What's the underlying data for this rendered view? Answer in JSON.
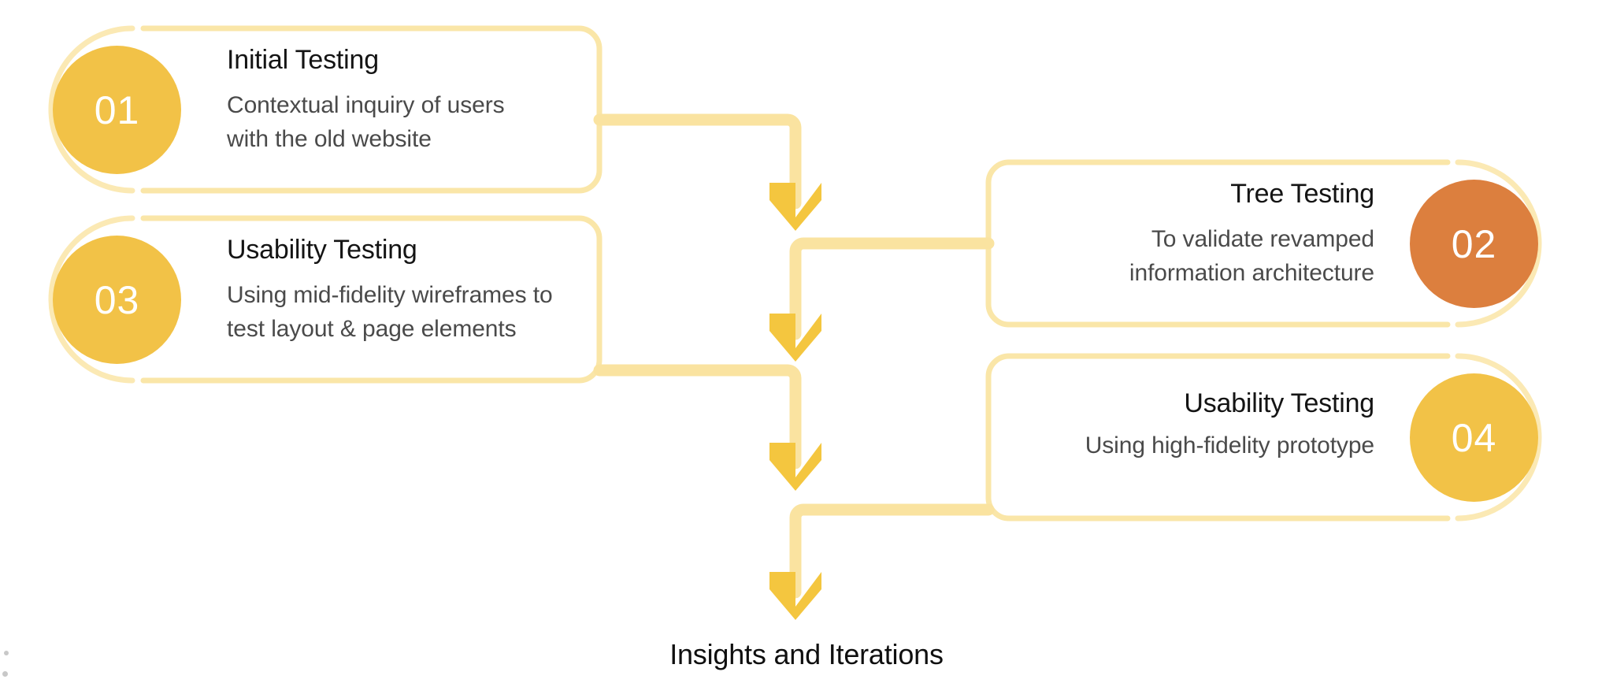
{
  "diagram": {
    "title_text": "Insights and Iterations",
    "colors": {
      "circle_yellow": "#F2C247",
      "circle_orange": "#DC7F3E",
      "card_border": "#FAE6A8",
      "ring_light": "#FBE9B4",
      "connector": "#FAE3A0",
      "arrow_head": "#F4C63F",
      "title_text": "#141414",
      "body_text": "#4A4A4A",
      "number_text": "#FFFFFF",
      "background": "#FFFFFF"
    },
    "steps": [
      {
        "number": "01",
        "title": "Initial Testing",
        "description": "Contextual inquiry of users\nwith the old website",
        "side": "left",
        "circle_color": "#F2C247"
      },
      {
        "number": "02",
        "title": "Tree Testing",
        "description": "To validate revamped\ninformation architecture",
        "side": "right",
        "circle_color": "#DC7F3E"
      },
      {
        "number": "03",
        "title": "Usability Testing",
        "description": "Using mid-fidelity wireframes to\ntest layout & page elements",
        "side": "left",
        "circle_color": "#F2C247"
      },
      {
        "number": "04",
        "title": "Usability Testing",
        "description": "Using high-fidelity prototype",
        "side": "right",
        "circle_color": "#F2C247"
      }
    ],
    "flow": {
      "arrow_count": 4,
      "spine_label": "vertical-flow-spine"
    }
  }
}
